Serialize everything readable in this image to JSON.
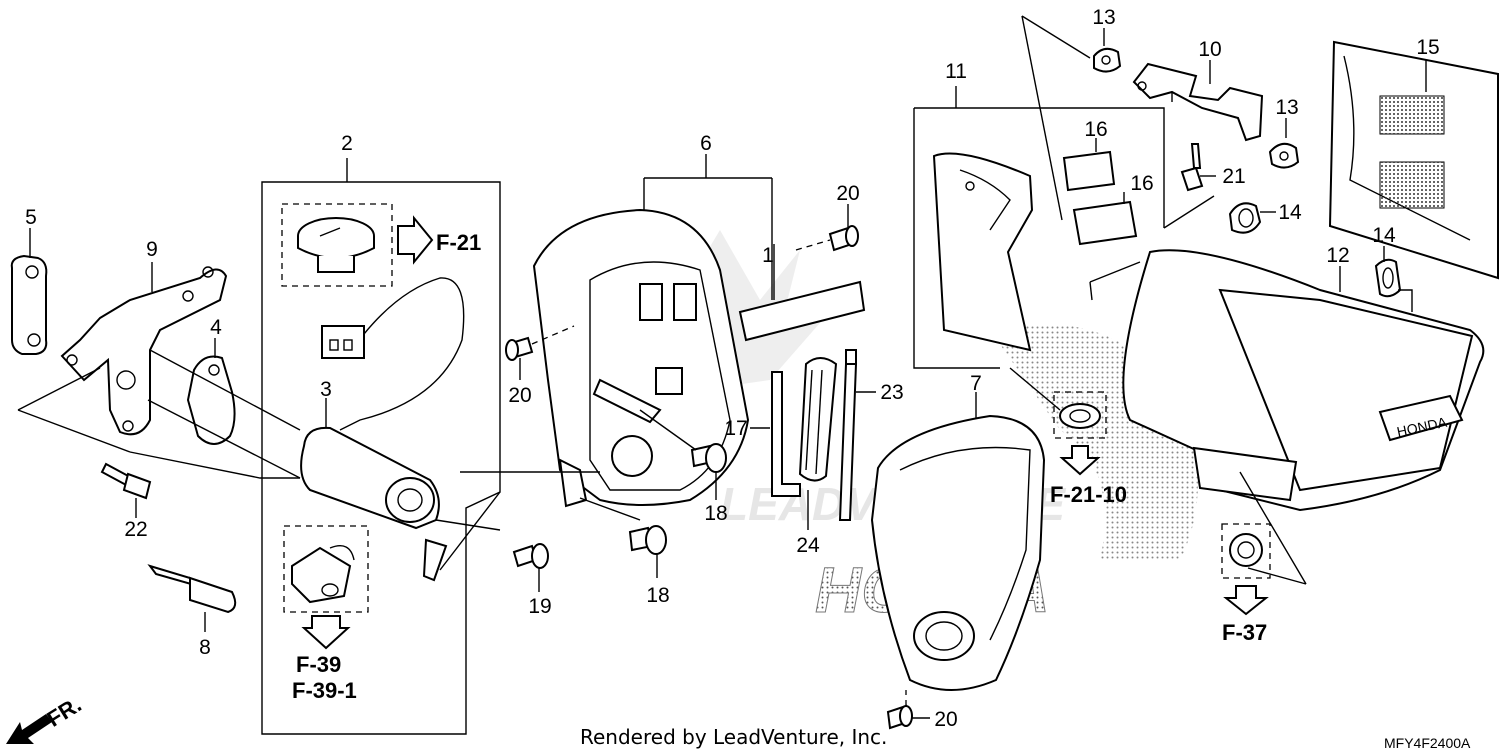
{
  "callouts": {
    "n1": "1",
    "n2": "2",
    "n3": "3",
    "n4": "4",
    "n5": "5",
    "n6": "6",
    "n7": "7",
    "n8": "8",
    "n9": "9",
    "n10": "10",
    "n11": "11",
    "n12": "12",
    "n13a": "13",
    "n13b": "13",
    "n14a": "14",
    "n14b": "14",
    "n15": "15",
    "n16a": "16",
    "n16b": "16",
    "n17": "17",
    "n18a": "18",
    "n18b": "18",
    "n19": "19",
    "n20a": "20",
    "n20b": "20",
    "n20c": "20",
    "n21": "21",
    "n22": "22",
    "n23": "23",
    "n24": "24"
  },
  "references": {
    "f21": "F-21",
    "f39": "F-39",
    "f39_1": "F-39-1",
    "f21_10": "F-21-10",
    "f37": "F-37"
  },
  "direction_label": "FR.",
  "watermark": {
    "brand": "HONDA",
    "dealer": "LEADVENTURE"
  },
  "part_markings": {
    "cover_badge": "HONDA"
  },
  "footer": {
    "credit": "Rendered by LeadVenture, Inc.",
    "diagram_code": "MFY4F2400A"
  }
}
